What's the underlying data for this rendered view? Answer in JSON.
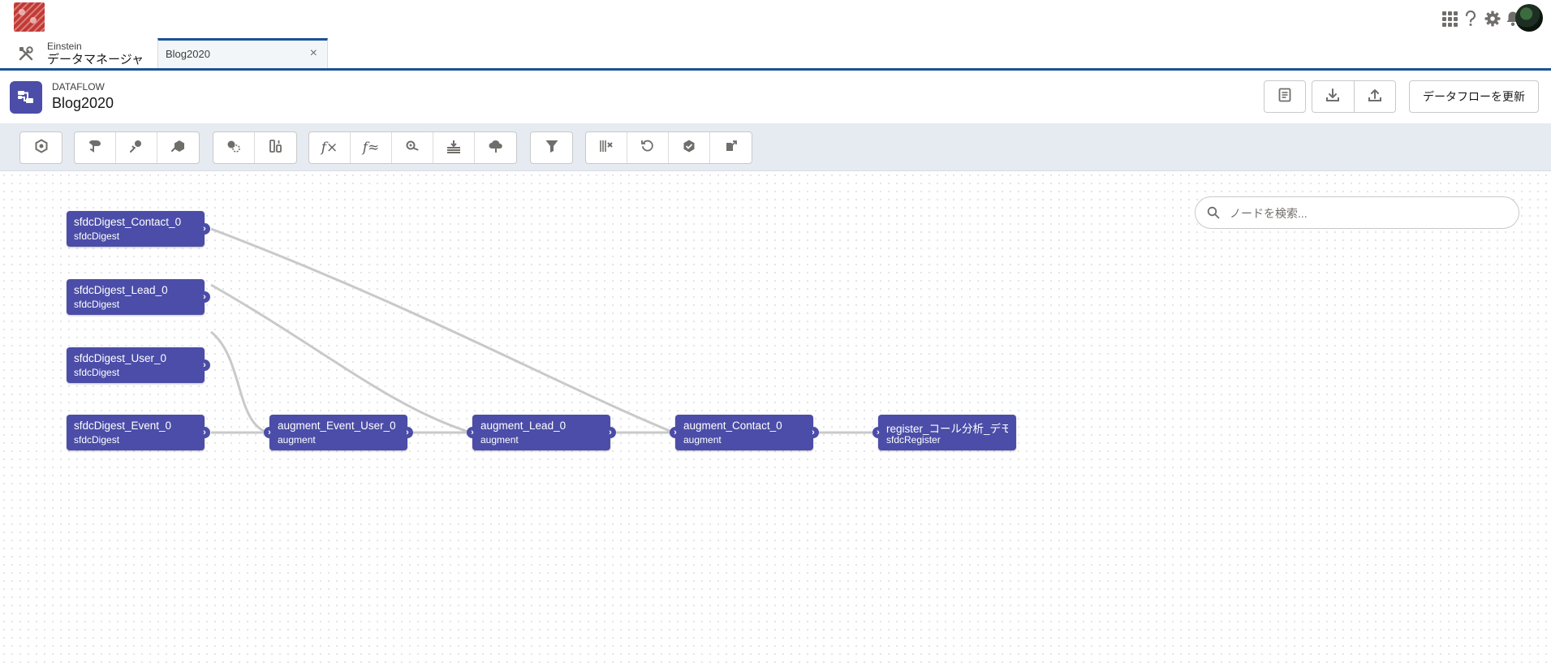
{
  "app": {
    "launcher_sub": "Einstein",
    "launcher_main": "データマネージャ"
  },
  "tabs": [
    {
      "label": "Blog2020",
      "close": "×"
    }
  ],
  "page_header": {
    "eyebrow": "DATAFLOW",
    "title": "Blog2020",
    "update_button": "データフローを更新"
  },
  "canvas": {
    "search_placeholder": "ノードを検索..."
  },
  "nodes": [
    {
      "name": "sfdcDigest_Contact_0",
      "type": "sfdcDigest"
    },
    {
      "name": "sfdcDigest_Lead_0",
      "type": "sfdcDigest"
    },
    {
      "name": "sfdcDigest_User_0",
      "type": "sfdcDigest"
    },
    {
      "name": "sfdcDigest_Event_0",
      "type": "sfdcDigest"
    },
    {
      "name": "augment_Event_User_0",
      "type": "augment"
    },
    {
      "name": "augment_Lead_0",
      "type": "augment"
    },
    {
      "name": "augment_Contact_0",
      "type": "augment"
    },
    {
      "name": "register_コール分析_デモ",
      "type": "sfdcRegister"
    }
  ],
  "colors": {
    "node": "#4b4da8",
    "tab_accent": "#1b5297",
    "toolbar_bg": "#e6ebf1",
    "edge": "#c9c9c9"
  }
}
